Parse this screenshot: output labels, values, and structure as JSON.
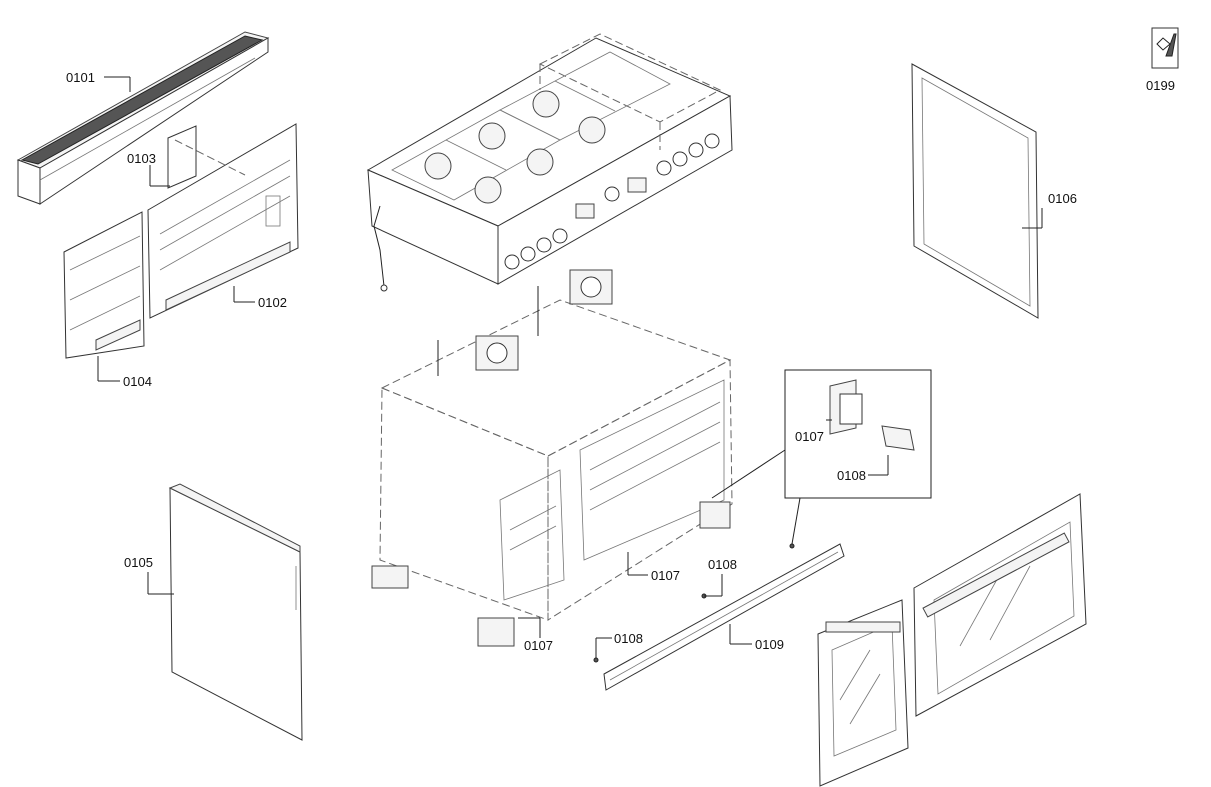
{
  "diagram": {
    "labels": {
      "p0101": "0101",
      "p0102": "0102",
      "p0103": "0103",
      "p0104": "0104",
      "p0105": "0105",
      "p0106": "0106",
      "p0107a": "0107",
      "p0107b": "0107",
      "p0107c": "0107",
      "p0108a": "0108",
      "p0108b": "0108",
      "p0108c": "0108",
      "p0109": "0109",
      "p0199": "0199"
    },
    "icons": {
      "service_kit": "wrench-nut-icon"
    },
    "colors": {
      "line": "#222222",
      "background": "#ffffff"
    }
  }
}
